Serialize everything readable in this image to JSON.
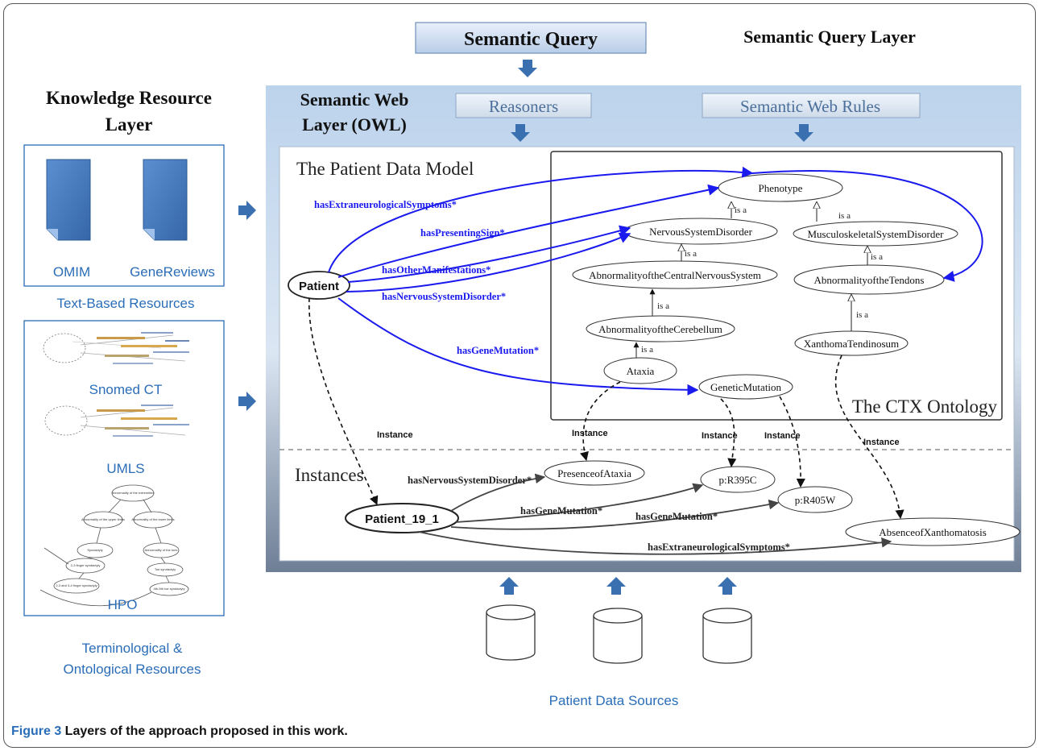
{
  "semantic_query": "Semantic Query",
  "semantic_query_layer": "Semantic Query Layer",
  "knowledge_layer": [
    "Knowledge Resource",
    "Layer"
  ],
  "web_layer": [
    "Semantic Web",
    "Layer (OWL)"
  ],
  "reasoners": "Reasoners",
  "semantic_web_rules": "Semantic Web Rules",
  "patient_data_model": "The Patient Data Model",
  "ctx_ontology": "The CTX Ontology",
  "instances_title": "Instances",
  "text_resources": {
    "omim": "OMIM",
    "genereviews": "GeneReviews",
    "caption": "Text-Based Resources"
  },
  "term_resources": {
    "snomed": "Snomed CT",
    "umls": "UMLS",
    "hpo": "HPO",
    "caption": [
      "Terminological &",
      "Ontological Resources"
    ]
  },
  "hpo_nodes": [
    "Abnormality of the extremities",
    "Abnormality of the upper limbs",
    "Abnormality of the lower limbs",
    "Syndactyly",
    "Abnormality of the toes",
    "2-3 finger syndactyly",
    "Toe syndactyly",
    "2-3 and 3-4 finger syndactyly",
    "4th-5th toe syndactyly"
  ],
  "patient_sources": "Patient Data Sources",
  "caption": {
    "label": "Figure 3",
    "text": " Layers of the approach proposed in this work."
  },
  "ontology": {
    "phenotype": "Phenotype",
    "nervous": "NervousSystemDisorder",
    "musculo": "MusculoskeletalSystemDisorder",
    "cns": "AbnormalityoftheCentralNervousSystem",
    "tendons": "AbnormalityoftheTendons",
    "cerebellum": "AbnormalityoftheCerebellum",
    "xanthoma": "XanthomaTendinosum",
    "ataxia": "Ataxia",
    "genetic": "GeneticMutation",
    "is_a": "is a"
  },
  "patient": "Patient",
  "patient_instance": "Patient_19_1",
  "instances": {
    "presence": "PresenceofAtaxia",
    "r395c": "p:R395C",
    "r405w": "p:R405W",
    "absence": "AbsenceofXanthomatosis"
  },
  "relations": {
    "extraneuro": "hasExtraneurologicalSymptoms*",
    "presenting": "hasPresentingSign*",
    "other": "hasOtherManifestations*",
    "nervous": "hasNervousSystemDisorder*",
    "gene": "hasGeneMutation*",
    "instance": "Instance"
  },
  "colors": {
    "relation_blue": "#1a1aee",
    "arrow_blue": "#3a6fb0",
    "resource_text": "#2a6db8"
  }
}
